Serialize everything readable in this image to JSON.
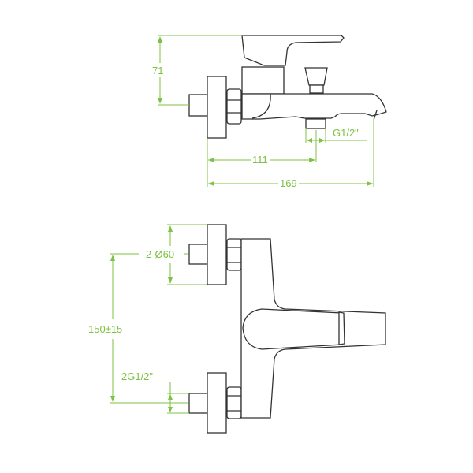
{
  "side_view": {
    "height_label": "71",
    "inlet_to_outlet_label": "111",
    "overall_length_label": "169",
    "outlet_thread_label": "G1/2\""
  },
  "front_view": {
    "flange_diameter_label": "2-Ø60",
    "center_distance_label": "150±15",
    "inlet_thread_label": "2G1/2\""
  },
  "colors": {
    "dimension": "#7dc242",
    "outline": "#333333"
  }
}
